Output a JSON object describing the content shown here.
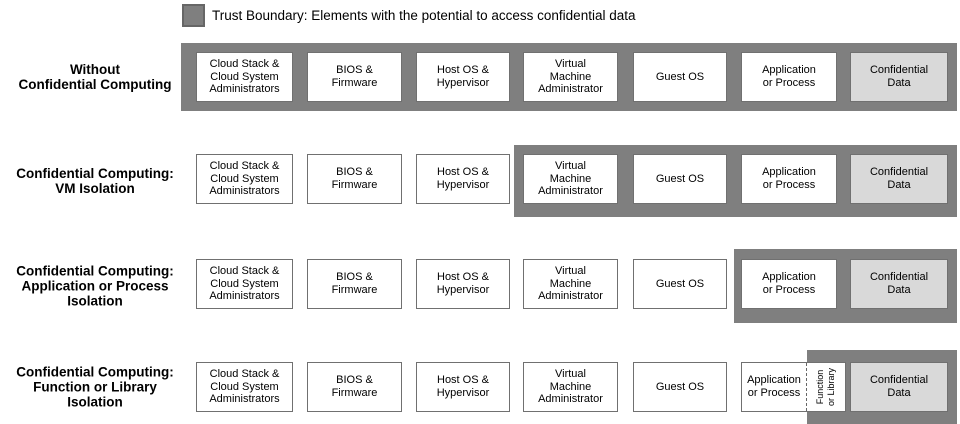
{
  "legend": {
    "label": "Trust Boundary: Elements with the potential to access confidential data"
  },
  "colors": {
    "trust_band": "#7f7f7f",
    "confidential_fill": "#d9d9d9",
    "box_border": "#707070"
  },
  "box_labels": [
    "Cloud Stack &\nCloud System\nAdministrators",
    "BIOS &\nFirmware",
    "Host OS &\nHypervisor",
    "Virtual\nMachine\nAdministrator",
    "Guest OS",
    "Application\nor Process",
    "Confidential\nData"
  ],
  "function_library_label": "Function\nor Library",
  "rows": [
    {
      "label": "Without\nConfidential Computing",
      "trust_boundary_covers": "Cloud Stack & Cloud System Administrators through Confidential Data"
    },
    {
      "label": "Confidential Computing:\nVM Isolation",
      "trust_boundary_covers": "Virtual Machine Administrator through Confidential Data"
    },
    {
      "label": "Confidential Computing:\nApplication or Process\nIsolation",
      "trust_boundary_covers": "Application or Process through Confidential Data"
    },
    {
      "label": "Confidential Computing:\nFunction or Library\nIsolation",
      "trust_boundary_covers": "Function or Library through Confidential Data"
    }
  ]
}
